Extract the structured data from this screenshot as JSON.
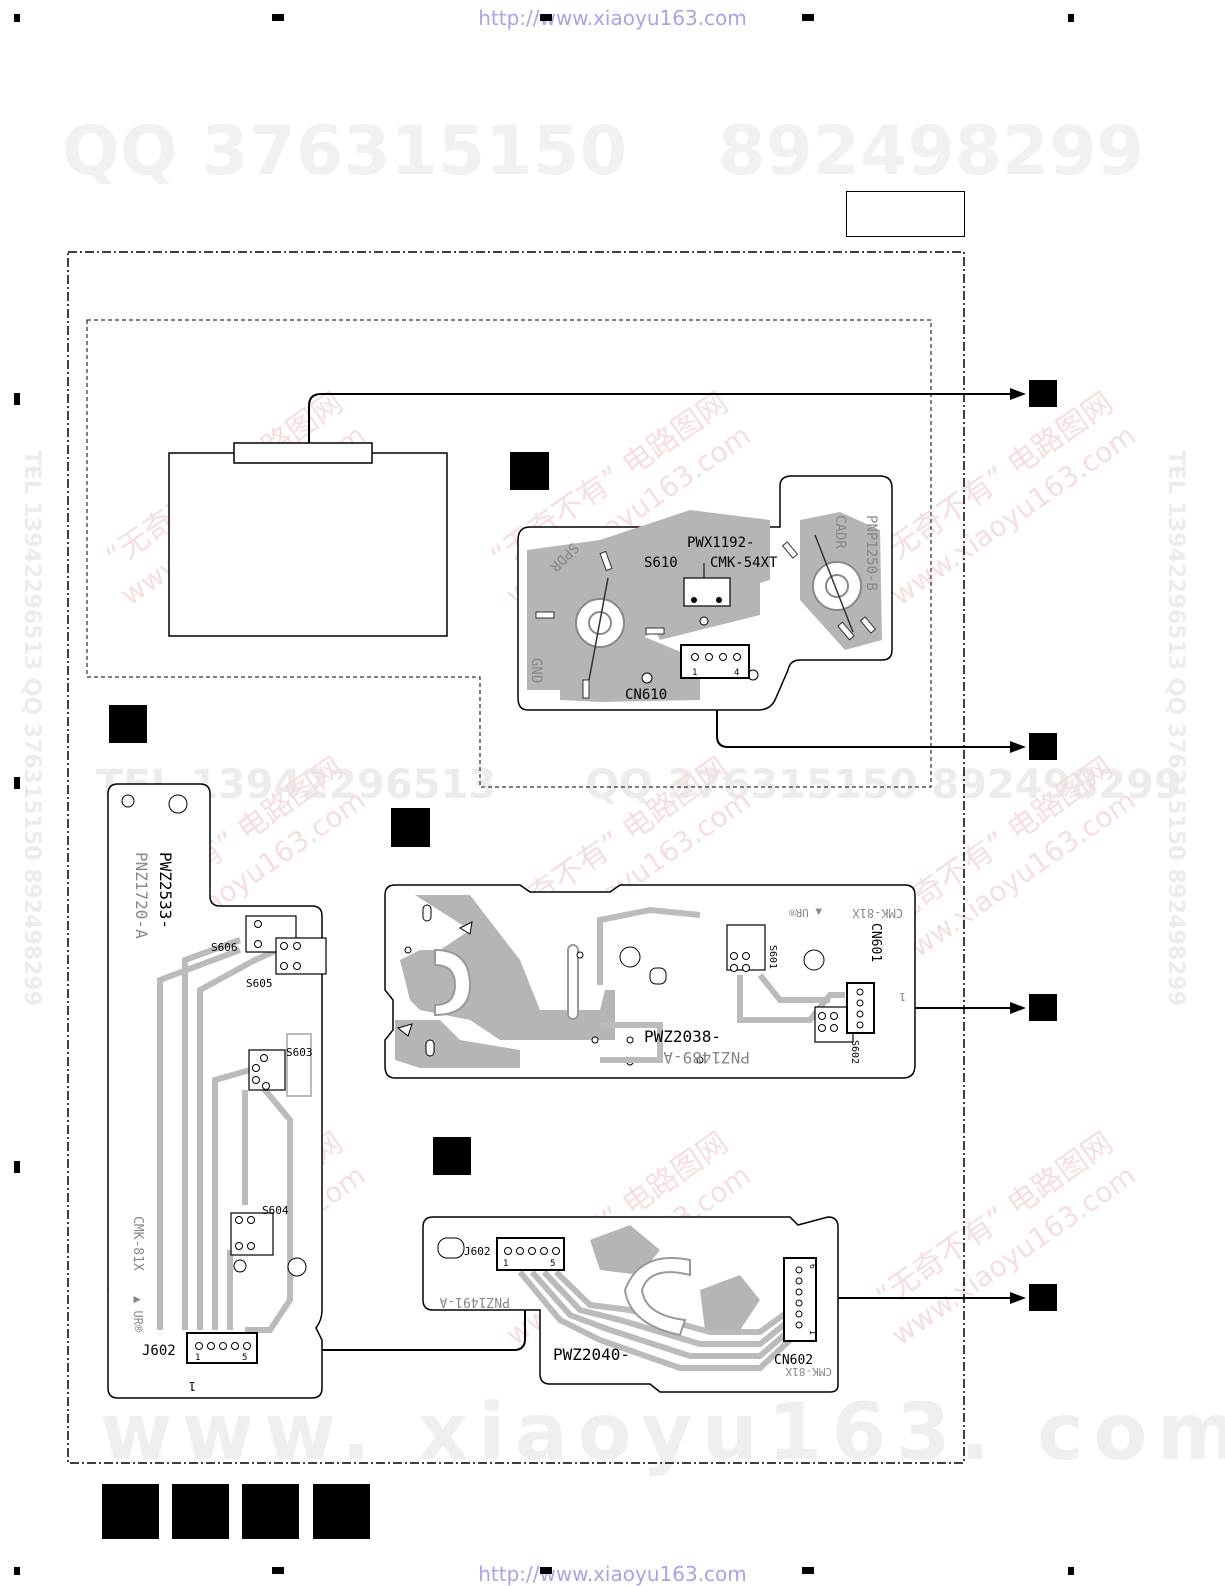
{
  "header": {
    "url": "http://www.xiaoyu163.com"
  },
  "footer": {
    "url": "http://www.xiaoyu163.com"
  },
  "watermarks": {
    "qq_left": "QQ 376315150",
    "qq_right": "892498299",
    "site": "www. xiaoyu163. com",
    "tel_mid": "TEL 13942296513",
    "qq_mid": "QQ 376315150 892498299",
    "vertical": "TEL 13942296513  QQ 376315150  892498299",
    "diag_cn": "“无奇不有” 电路图网",
    "diag_url": "www.xiaoyu163.com"
  },
  "boards": {
    "top_right": {
      "part_no": "PWX1192-",
      "switch": "S610",
      "switch_part": "CMK-54XT",
      "pcb_no": "PNP1250-B",
      "connector": "CN610",
      "pin_first": "1",
      "pin_last": "4",
      "silk_spdr": "SPDR",
      "silk_cadr": "CADR",
      "silk_gnd": "GND"
    },
    "left": {
      "part_no": "PWZ2533-",
      "pcb_no": "PNZ1720-A",
      "sw_s606": "S606",
      "sw_s605": "S605",
      "sw_s603": "S603",
      "sw_s604": "S604",
      "silk_cmk": "CMK-81X",
      "silk_ur": "▲ UR®",
      "connector": "J602",
      "pin_first": "1",
      "pin_last": "5",
      "pin_one": "1"
    },
    "middle": {
      "part_no": "PWZ2038-",
      "pcb_no": "PNZ1489-A",
      "silk_cmk": "CMK-81X",
      "silk_ur": "▲ UR®",
      "connector": "CN601",
      "sw_s601": "S601",
      "sw_s602": "S602",
      "pin_one": "1"
    },
    "bottom": {
      "part_no": "PWZ2040-",
      "pcb_no": "PNZ1491-A",
      "connector_in": "J602",
      "connector_out": "CN602",
      "silk_cmk": "CMK-81X",
      "pin_first": "1",
      "pin_last": "5",
      "pin_one": "1",
      "pin_six": "6"
    }
  }
}
